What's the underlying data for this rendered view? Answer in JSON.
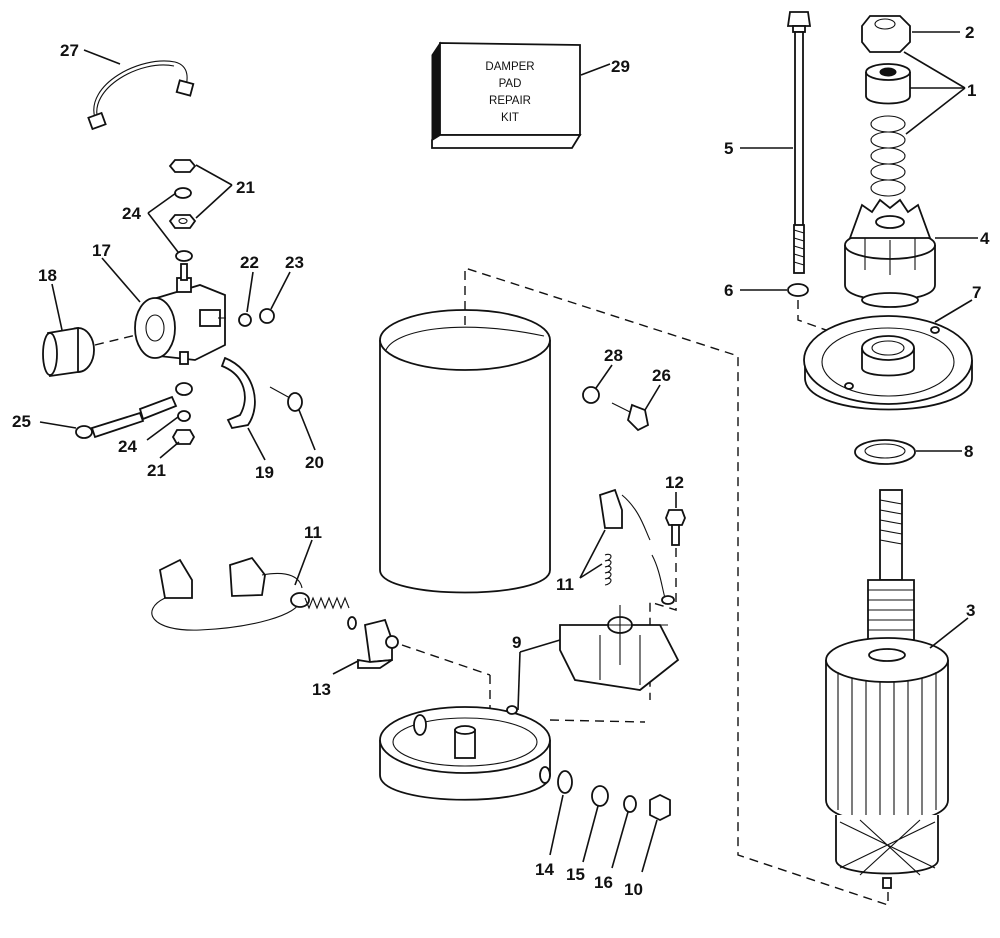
{
  "diagram": {
    "title": "Starter motor exploded parts view",
    "kit_box": {
      "lines": [
        "DAMPER",
        "PAD",
        "REPAIR",
        "KIT"
      ],
      "callout": "29"
    },
    "callouts": {
      "c1": "1",
      "c2": "2",
      "c3": "3",
      "c4": "4",
      "c5": "5",
      "c6": "6",
      "c7": "7",
      "c8": "8",
      "c9": "9",
      "c10": "10",
      "c11a": "11",
      "c11b": "11",
      "c12": "12",
      "c13": "13",
      "c14": "14",
      "c15": "15",
      "c16": "16",
      "c17": "17",
      "c18": "18",
      "c19": "19",
      "c20": "20",
      "c21a": "21",
      "c21b": "21",
      "c22": "22",
      "c23": "23",
      "c24a": "24",
      "c24b": "24",
      "c25": "25",
      "c26": "26",
      "c27": "27",
      "c28": "28"
    }
  }
}
